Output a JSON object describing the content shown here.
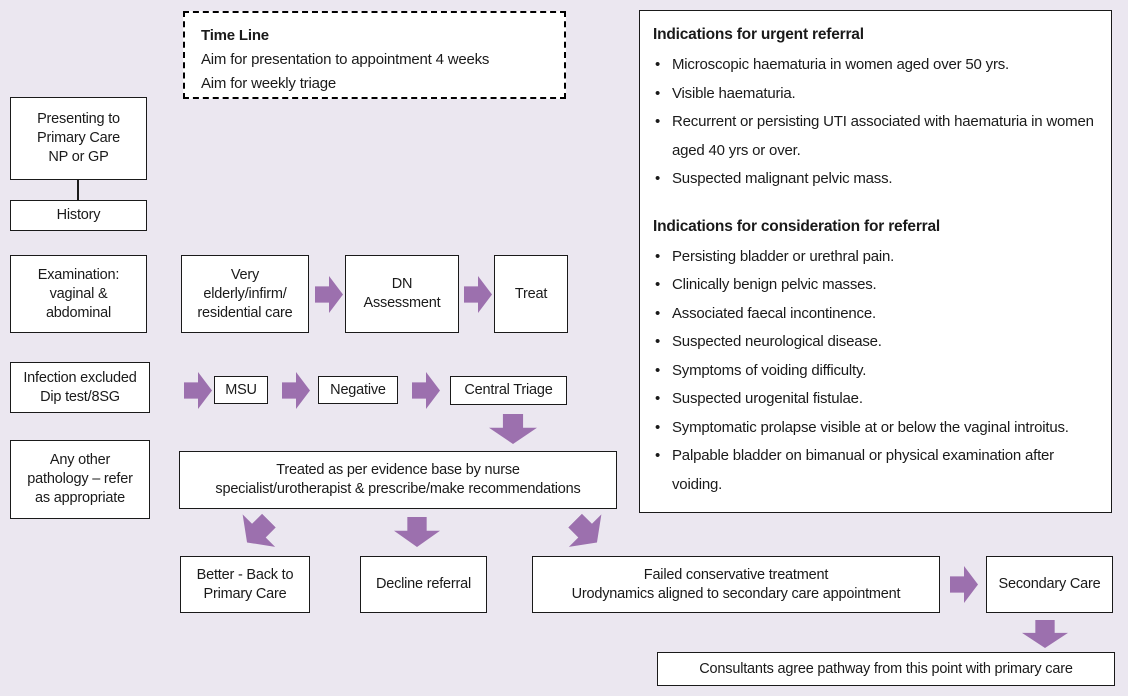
{
  "palette": {
    "background": "#ebe7f0",
    "arrow_purple": "#9c70ae",
    "box_fill": "#ffffff",
    "box_border": "#1a1a1a"
  },
  "timeline": {
    "title": "Time Line",
    "line1": "Aim for presentation to appointment 4 weeks",
    "line2": "Aim for weekly triage"
  },
  "nodes": {
    "presenting": {
      "label": "Presenting to\nPrimary Care\nNP or GP"
    },
    "history": {
      "label": "History"
    },
    "examination": {
      "label": "Examination:\nvaginal &\nabdominal"
    },
    "infection": {
      "label": "Infection excluded\nDip test/8SG"
    },
    "any_other": {
      "label": "Any other\npathology – refer\nas appropriate"
    },
    "very_elderly": {
      "label": "Very\nelderly/infirm/\nresidential care"
    },
    "dn_assessment": {
      "label": "DN\nAssessment"
    },
    "treat": {
      "label": "Treat"
    },
    "msu": {
      "label": "MSU"
    },
    "negative": {
      "label": "Negative"
    },
    "central_triage": {
      "label": "Central Triage"
    },
    "treated": {
      "label": "Treated as per evidence base by nurse\nspecialist/urotherapist & prescribe/make recommendations"
    },
    "better": {
      "label": "Better - Back to\nPrimary Care"
    },
    "decline": {
      "label": "Decline referral"
    },
    "failed": {
      "label": "Failed conservative treatment\nUrodynamics aligned to secondary care appointment"
    },
    "secondary": {
      "label": "Secondary Care"
    },
    "consultants": {
      "label": "Consultants agree pathway from this point with primary care"
    }
  },
  "panel": {
    "urgent": {
      "title": "Indications for urgent referral",
      "items": [
        "Microscopic haematuria in women aged over 50 yrs.",
        "Visible haematuria.",
        "Recurrent or persisting UTI associated with haematuria in women aged 40 yrs or over.",
        "Suspected malignant pelvic mass."
      ]
    },
    "consideration": {
      "title": "Indications for consideration for referral",
      "items": [
        "Persisting bladder or urethral pain.",
        "Clinically benign pelvic masses.",
        "Associated faecal incontinence.",
        "Suspected neurological disease.",
        "Symptoms of voiding difficulty.",
        "Suspected urogenital fistulae.",
        "Symptomatic prolapse visible at or below the vaginal introitus.",
        "Palpable bladder on bimanual or physical examination after voiding."
      ]
    }
  }
}
